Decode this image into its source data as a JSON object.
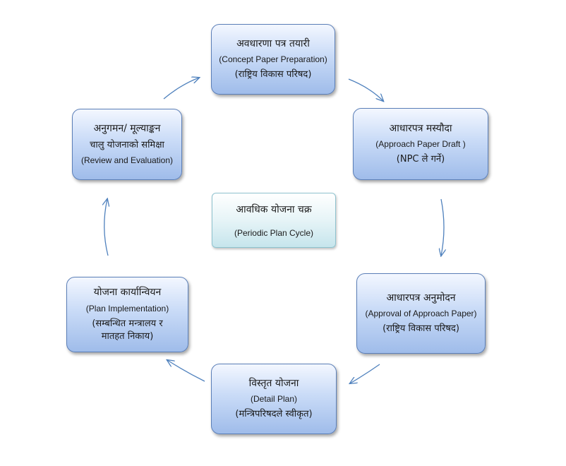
{
  "diagram": {
    "center": {
      "title": "आवधिक योजना चक्र",
      "subtitle": "(Periodic Plan Cycle)"
    },
    "nodes": [
      {
        "id": "concept-paper",
        "line1": "अवधारणा पत्र तयारी",
        "line2": "(Concept Paper Preparation)",
        "line3": "(राष्ट्रिय विकास परिषद)"
      },
      {
        "id": "approach-draft",
        "line1": "आधारपत्र मस्यौदा",
        "line2": "(Approach Paper Draft )",
        "line3": "(NPC ले गर्ने)"
      },
      {
        "id": "approach-approval",
        "line1": "आधारपत्र अनुमोदन",
        "line2": "(Approval of Approach Paper)",
        "line3": "(राष्ट्रिय विकास परिषद)"
      },
      {
        "id": "detail-plan",
        "line1": "विस्तृत योजना",
        "line2": "(Detail Plan)",
        "line3": "(मन्त्रिपरिषदले स्वीकृत)"
      },
      {
        "id": "plan-implementation",
        "line1": "योजना कार्यान्वियन",
        "line2": "(Plan Implementation)",
        "line3": "(सम्बन्धित मन्त्रालय र",
        "line4": "मातहत निकाय)"
      },
      {
        "id": "review-evaluation",
        "line1": "अनुगमन/ मूल्याङ्कन",
        "line2": "चालु योजनाको समिक्षा",
        "line3": "(Review and Evaluation)"
      }
    ],
    "colors": {
      "arrow": "#4f81bd",
      "node_border": "#5b7fb8",
      "center_border": "#8fc3cf"
    }
  }
}
